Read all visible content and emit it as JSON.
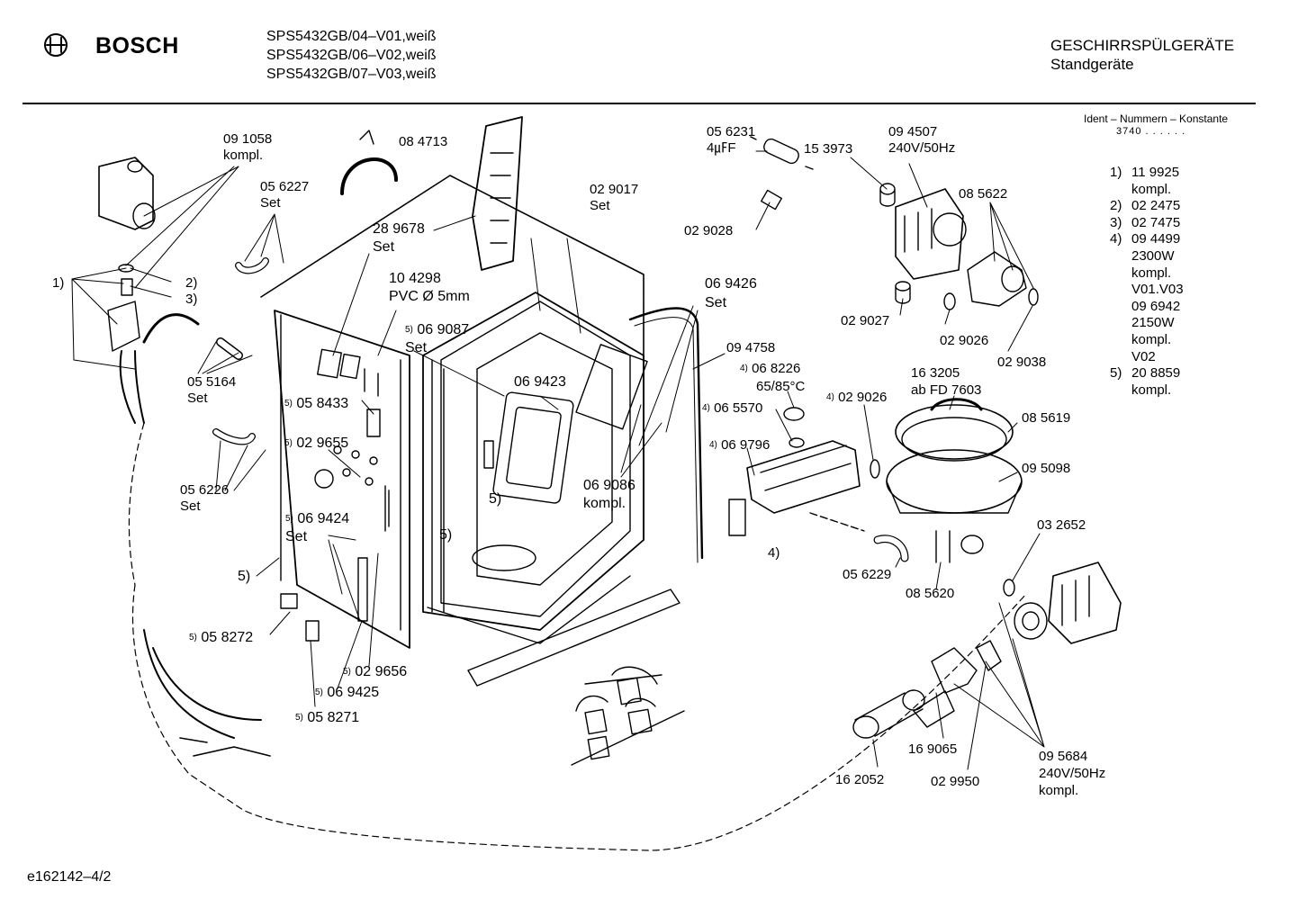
{
  "header": {
    "brand": "BOSCH",
    "models": [
      "SPS5432GB/04–V01,weiß",
      "SPS5432GB/06–V02,weiß",
      "SPS5432GB/07–V03,weiß"
    ],
    "category": "GESCHIRRSPÜLGERÄTE",
    "subcategory": "Standgeräte"
  },
  "ident": {
    "label": "Ident – Nummern – Konstante",
    "number": "3740 . . . . . ."
  },
  "legend": [
    {
      "key": "1)",
      "lines": [
        "11 9925",
        "kompl."
      ]
    },
    {
      "key": "2)",
      "lines": [
        "02 2475"
      ]
    },
    {
      "key": "3)",
      "lines": [
        "02 7475"
      ]
    },
    {
      "key": "4)",
      "lines": [
        "09 4499",
        "2300W",
        "kompl.",
        "V01.V03",
        "09 6942",
        "2150W",
        "kompl.",
        "V02"
      ]
    },
    {
      "key": "5)",
      "lines": [
        "20 8859",
        "kompl."
      ]
    }
  ],
  "labels": {
    "p091058": "09 1058",
    "p091058b": "kompl.",
    "p084713": "08 4713",
    "p056227": "05 6227",
    "p056227b": "Set",
    "p289678": "28 9678",
    "p289678b": "Set",
    "p104298": "10 4298",
    "p104298b": "PVC Ø 5mm",
    "ref1": "1)",
    "ref2": "2)",
    "ref3": "3)",
    "p055164": "05 5164",
    "p055164b": "Set",
    "p069087": "06 9087",
    "p069087b": "Set",
    "p058433": "05 8433",
    "p029655": "02 9655",
    "p056226": "05 6226",
    "p056226b": "Set",
    "p069424": "06 9424",
    "p069424b": "Set",
    "ref5a": "5)",
    "ref5b": "5)",
    "ref5c": "5)",
    "p058272": "05 8272",
    "p029656": "02 9656",
    "p069425": "06 9425",
    "p058271": "05 8271",
    "p029017": "02 9017",
    "p029017b": "Set",
    "p069423": "06 9423",
    "p069086": "06 9086",
    "p069086b": "kompl.",
    "p069426": "06 9426",
    "p069426b": "Set",
    "p094758": "09 4758",
    "p056231": "05 6231",
    "p056231b": "4㎌F",
    "p153973": "15 3973",
    "p029028": "02 9028",
    "p094507": "09 4507",
    "p094507b": "240V/50Hz",
    "p085622": "08 5622",
    "p029027": "02 9027",
    "p029026a": "02 9026",
    "p029038": "02 9038",
    "p068226": "06 8226",
    "p068226b": "65/85°C",
    "p065570": "06 5570",
    "p029026b": "02 9026",
    "p069796": "06 9796",
    "ref4": "4)",
    "p163205": "16 3205",
    "p163205b": "ab FD 7603",
    "p085619": "08 5619",
    "p095098": "09 5098",
    "p032652": "03 2652",
    "p056229": "05 6229",
    "p085620": "08 5620",
    "p169065": "16 9065",
    "p162052": "16 2052",
    "p029950": "02 9950",
    "p095684": "09 5684",
    "p095684b": "240V/50Hz",
    "p095684c": "kompl."
  },
  "footer": {
    "code": "e162142–4/2"
  }
}
